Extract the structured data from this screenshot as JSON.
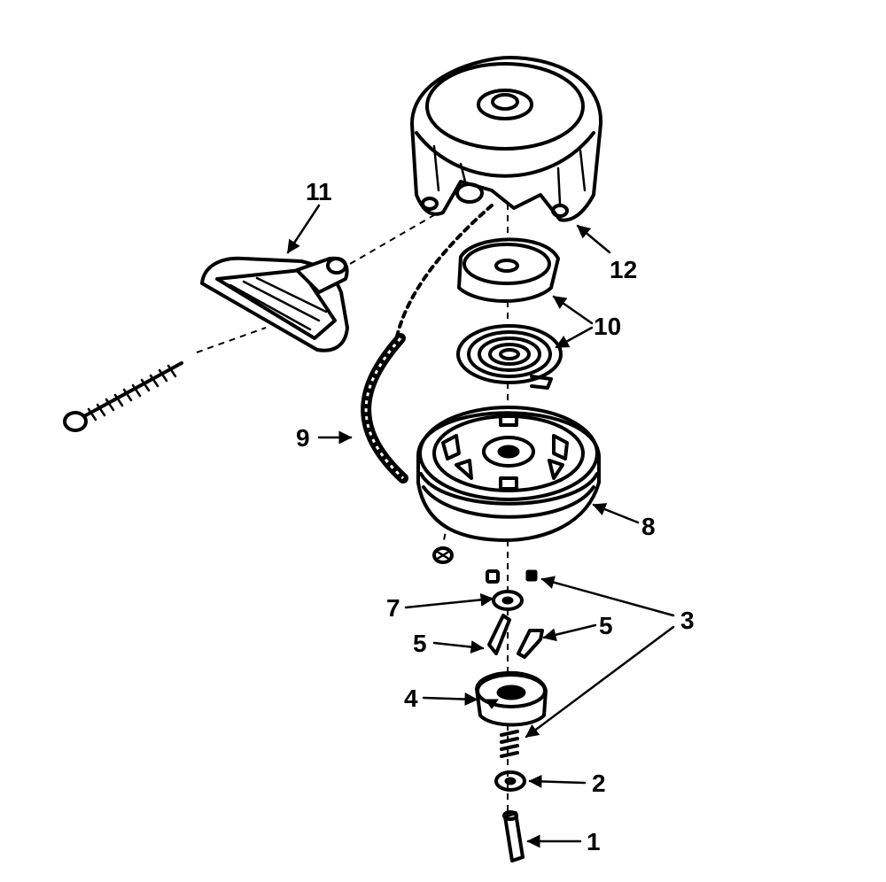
{
  "callouts": {
    "c1": "1",
    "c2": "2",
    "c3": "3",
    "c4": "4",
    "c5a": "5",
    "c5b": "5",
    "c7": "7",
    "c8": "8",
    "c9": "9",
    "c10": "10",
    "c11": "11",
    "c12": "12"
  },
  "colors": {
    "ink": "#000000",
    "paper": "#ffffff"
  }
}
